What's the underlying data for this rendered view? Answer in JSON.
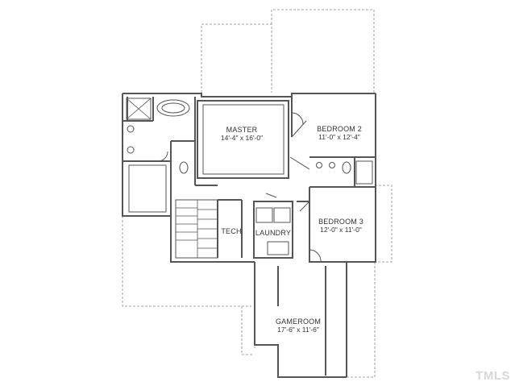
{
  "rooms": {
    "master": {
      "name": "MASTER",
      "dims": "14'-4\" x 16'-0\""
    },
    "bedroom2": {
      "name": "BEDROOM 2",
      "dims": "11'-0\" x 12'-4\""
    },
    "bedroom3": {
      "name": "BEDROOM 3",
      "dims": "12'-0\" x 11'-0\""
    },
    "tech": {
      "name": "TECH"
    },
    "laundry": {
      "name": "LAUNDRY"
    },
    "gameroom": {
      "name": "GAMEROOM",
      "dims": "17'-6\" x 11'-6\""
    }
  },
  "watermark": "TMLS",
  "colors": {
    "wall": "#555555",
    "dashed": "#888888",
    "text": "#333333",
    "watermark": "#d8d8d8"
  }
}
